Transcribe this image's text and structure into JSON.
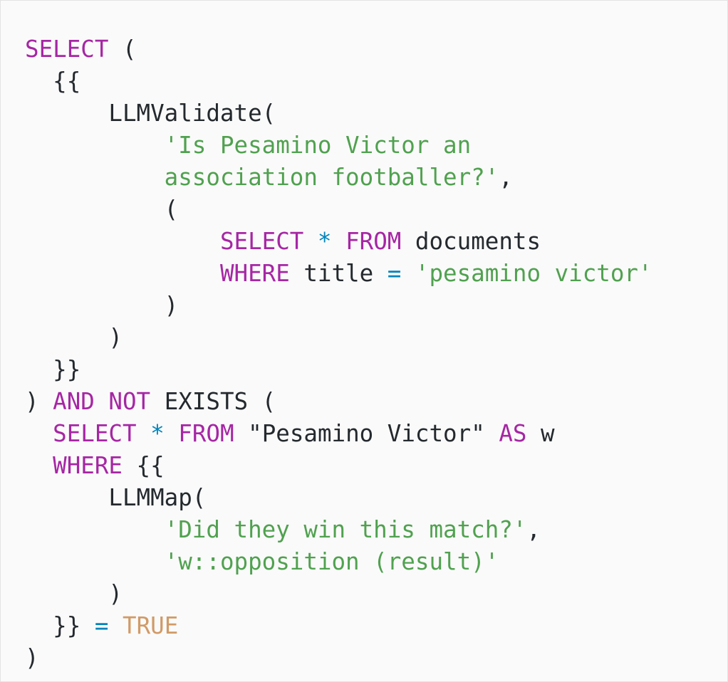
{
  "code": {
    "lines": [
      [
        {
          "t": "kw",
          "s": "SELECT"
        },
        {
          "t": "plain",
          "s": " ("
        }
      ],
      [
        {
          "t": "plain",
          "s": "  {{"
        }
      ],
      [
        {
          "t": "plain",
          "s": "      LLMValidate("
        }
      ],
      [
        {
          "t": "plain",
          "s": "          "
        },
        {
          "t": "str",
          "s": "'Is Pesamino Victor an"
        }
      ],
      [
        {
          "t": "plain",
          "s": "          "
        },
        {
          "t": "str",
          "s": "association footballer?'"
        },
        {
          "t": "plain",
          "s": ","
        }
      ],
      [
        {
          "t": "plain",
          "s": "          ("
        }
      ],
      [
        {
          "t": "plain",
          "s": "              "
        },
        {
          "t": "kw",
          "s": "SELECT"
        },
        {
          "t": "plain",
          "s": " "
        },
        {
          "t": "op",
          "s": "*"
        },
        {
          "t": "plain",
          "s": " "
        },
        {
          "t": "kw",
          "s": "FROM"
        },
        {
          "t": "plain",
          "s": " documents"
        }
      ],
      [
        {
          "t": "plain",
          "s": "              "
        },
        {
          "t": "kw",
          "s": "WHERE"
        },
        {
          "t": "plain",
          "s": " title "
        },
        {
          "t": "op",
          "s": "="
        },
        {
          "t": "plain",
          "s": " "
        },
        {
          "t": "str",
          "s": "'pesamino victor'"
        }
      ],
      [
        {
          "t": "plain",
          "s": "          )"
        }
      ],
      [
        {
          "t": "plain",
          "s": "      )"
        }
      ],
      [
        {
          "t": "plain",
          "s": "  }}"
        }
      ],
      [
        {
          "t": "plain",
          "s": ") "
        },
        {
          "t": "kw",
          "s": "AND"
        },
        {
          "t": "plain",
          "s": " "
        },
        {
          "t": "kw",
          "s": "NOT"
        },
        {
          "t": "plain",
          "s": " EXISTS ("
        }
      ],
      [
        {
          "t": "plain",
          "s": "  "
        },
        {
          "t": "kw",
          "s": "SELECT"
        },
        {
          "t": "plain",
          "s": " "
        },
        {
          "t": "op",
          "s": "*"
        },
        {
          "t": "plain",
          "s": " "
        },
        {
          "t": "kw",
          "s": "FROM"
        },
        {
          "t": "plain",
          "s": " \"Pesamino Victor\" "
        },
        {
          "t": "kw",
          "s": "AS"
        },
        {
          "t": "plain",
          "s": " w"
        }
      ],
      [
        {
          "t": "plain",
          "s": "  "
        },
        {
          "t": "kw",
          "s": "WHERE"
        },
        {
          "t": "plain",
          "s": " {{"
        }
      ],
      [
        {
          "t": "plain",
          "s": "      LLMMap("
        }
      ],
      [
        {
          "t": "plain",
          "s": "          "
        },
        {
          "t": "str",
          "s": "'Did they win this match?'"
        },
        {
          "t": "plain",
          "s": ","
        }
      ],
      [
        {
          "t": "plain",
          "s": "          "
        },
        {
          "t": "str",
          "s": "'w::opposition (result)'"
        }
      ],
      [
        {
          "t": "plain",
          "s": "      )"
        }
      ],
      [
        {
          "t": "plain",
          "s": "  }} "
        },
        {
          "t": "op",
          "s": "="
        },
        {
          "t": "plain",
          "s": " "
        },
        {
          "t": "bool",
          "s": "TRUE"
        }
      ],
      [
        {
          "t": "plain",
          "s": ")"
        }
      ]
    ]
  },
  "colors": {
    "background": "#fafafa",
    "keyword": "#a626a4",
    "string": "#50a14f",
    "operator": "#0184bc",
    "boolean": "#d19a66",
    "plain": "#24292e"
  }
}
